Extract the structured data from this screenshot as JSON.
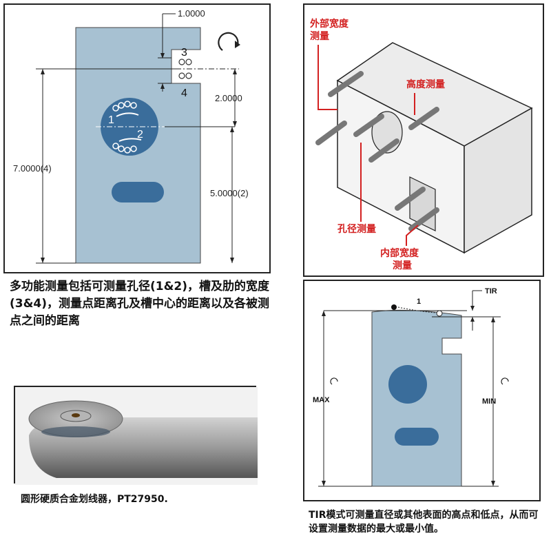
{
  "diagram1": {
    "dim_top": "1.0000",
    "dim_mid": "2.0000",
    "dim_left": "7.0000(4)",
    "dim_right": "5.0000(2)",
    "point_3": "3",
    "point_4": "4",
    "point_1": "1",
    "point_2": "2",
    "caption": "多功能测量包括可测量孔径(1&2)，槽及肋的宽度(3&4)，测量点距离孔及槽中心的距离以及各被测点之间的距离"
  },
  "diagram2": {
    "label_outer_width": "外部宽度\n测量",
    "label_outer_width_l1": "外部宽度",
    "label_outer_width_l2": "测量",
    "label_height": "高度测量",
    "label_hole": "孔径测量",
    "label_inner_width_l1": "内部宽度",
    "label_inner_width_l2": "测量"
  },
  "photo": {
    "caption": "圆形硬质合金划线器，PT27950."
  },
  "diagram3": {
    "tir_label": "TIR",
    "point_1": "1",
    "max_label": "MAX",
    "min_label": "MIN",
    "caption": "TIR模式可测量直径或其他表面的高点和低点，从而可设置测量数据的最大或最小值。"
  },
  "colors": {
    "part_fill": "#a7c1d2",
    "hole_fill": "#3a6d9b",
    "label_red": "#d32020"
  }
}
